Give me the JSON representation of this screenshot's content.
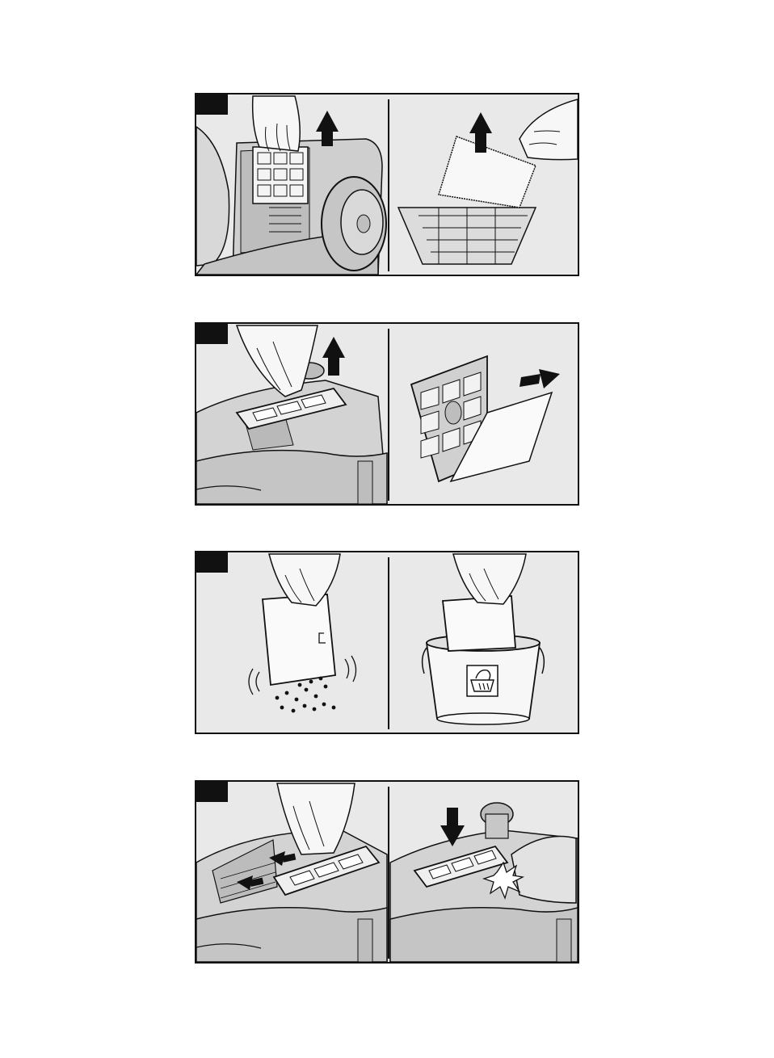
{
  "page": {
    "background": "#ffffff",
    "panel_background": "#e9e9e9",
    "ink": "#111111"
  },
  "figures": [
    {
      "id": "step-1",
      "left_icons": [
        "hand-icon",
        "filter-cassette-icon",
        "arrow-up-icon"
      ],
      "right_icons": [
        "hand-icon",
        "filter-sheet-icon",
        "arrow-up-icon"
      ]
    },
    {
      "id": "step-2",
      "left_icons": [
        "hand-icon",
        "hepa-filter-icon",
        "arrow-up-icon"
      ],
      "right_icons": [
        "filter-frame-icon",
        "filter-sheet-icon",
        "arrow-right-icon"
      ]
    },
    {
      "id": "step-3",
      "left_icons": [
        "hand-icon",
        "filter-sheet-icon",
        "dust-particles-icon"
      ],
      "right_icons": [
        "hand-icon",
        "bucket-icon",
        "hand-wash-symbol-icon"
      ]
    },
    {
      "id": "step-4",
      "left_icons": [
        "hand-icon",
        "hepa-filter-icon",
        "arrow-left-icon"
      ],
      "right_icons": [
        "hepa-filter-icon",
        "arrow-down-icon",
        "click-burst-icon"
      ]
    }
  ]
}
